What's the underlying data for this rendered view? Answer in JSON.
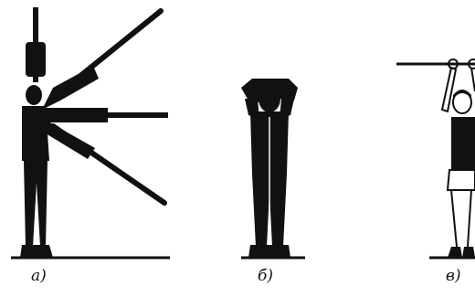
{
  "captions": {
    "a": "а)",
    "b": "б)",
    "c": "в)"
  },
  "colors": {
    "ink": "#111111",
    "background": "#ffffff"
  }
}
